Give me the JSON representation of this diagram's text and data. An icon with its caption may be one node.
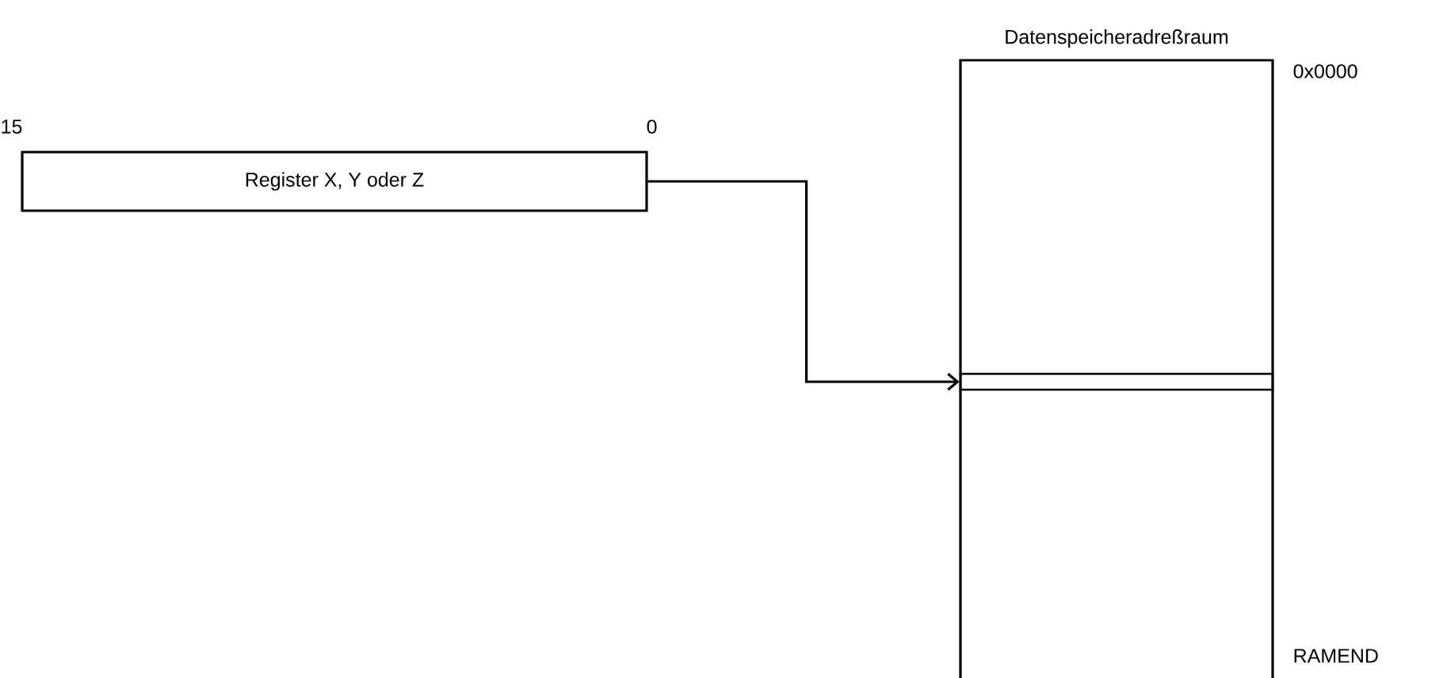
{
  "diagram": {
    "nodes": [
      {
        "text": [
          "Register X, Y oder Z"
        ],
        "beside": [
          "15",
          "0"
        ]
      },
      {
        "text": [
          "Datenspeicheradreßraum"
        ],
        "beside": [
          "0x0000",
          "RAMEND"
        ]
      },
      {
        "text": [],
        "shape": "box",
        "in": 1
      }
    ],
    "edges": [
      {
        "from": 0,
        "to": 2,
        "arrow": "to"
      }
    ]
  }
}
